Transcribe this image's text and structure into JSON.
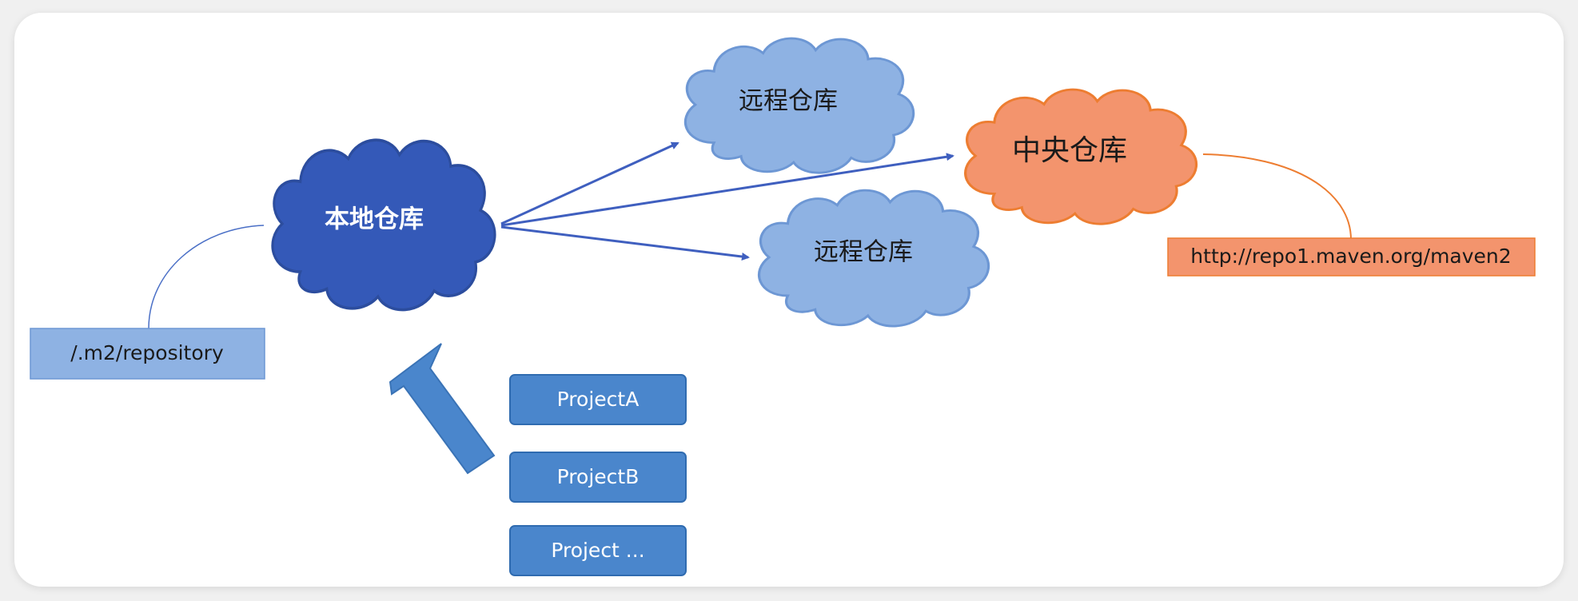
{
  "colors": {
    "local_cloud": "#3459b8",
    "remote_cloud": "#8eb2e3",
    "central_cloud": "#f3946d",
    "project_box": "#4a86cc",
    "path_box": "#8eb2e3",
    "url_box": "#f3946d",
    "connector_blue": "#4a6fc6",
    "connector_orange": "#ed7d31",
    "arrow_blue": "#4a86cc"
  },
  "diagram": {
    "local_repo": {
      "label": "本地仓库"
    },
    "remote_repo_top": {
      "label": "远程仓库"
    },
    "remote_repo_bottom": {
      "label": "远程仓库"
    },
    "central_repo": {
      "label": "中央仓库"
    },
    "local_path": {
      "label": "/.m2/repository"
    },
    "central_url": {
      "label": "http://repo1.maven.org/maven2"
    },
    "projects": [
      {
        "label": "ProjectA"
      },
      {
        "label": "ProjectB"
      },
      {
        "label": "Project ..."
      }
    ]
  }
}
